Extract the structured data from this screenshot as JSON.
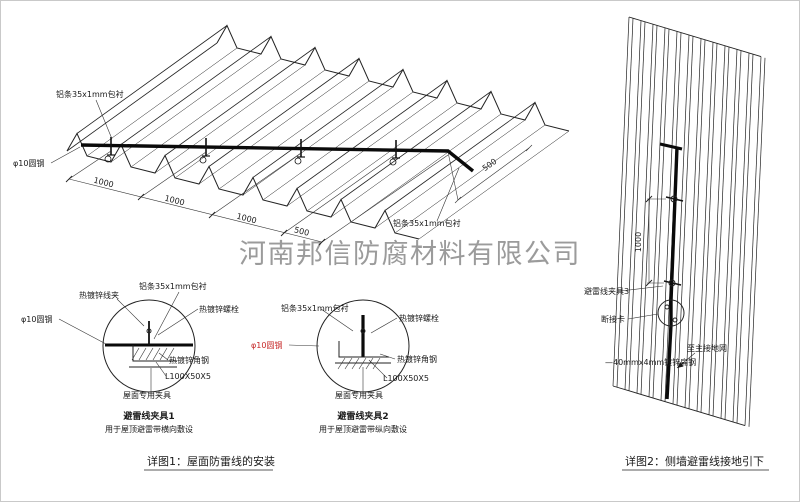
{
  "watermark": "河南邦信防腐材料有限公司",
  "roof": {
    "label_strip_top": "铝条35x1mm包衬",
    "label_rod": "φ10圆钢",
    "label_strip_right": "铝条35x1mm包衬",
    "dims": {
      "d1": "1000",
      "d2": "1000",
      "d3": "1000",
      "d4": "500",
      "d5": "500"
    }
  },
  "detail1": {
    "labels": {
      "clip": "热镀锌线夹",
      "strip": "铝条35x1mm包衬",
      "bolt": "热镀锌螺栓",
      "rod": "φ10圆钢",
      "angle": "热镀锌角钢",
      "angle_size": "L100X50X5",
      "clamp": "屋面专用夹具"
    },
    "title": "避雷线夹具1",
    "subtitle": "用于屋顶避雷带横向敷设"
  },
  "detail2": {
    "labels": {
      "strip": "铝条35x1mm包衬",
      "bolt": "热镀锌螺栓",
      "rod": "φ10圆钢",
      "angle": "热镀锌角钢",
      "angle_size": "L100X50X5",
      "clamp": "屋面专用夹具"
    },
    "title": "避雷线夹具2",
    "subtitle": "用于屋顶避雷带纵向敷设"
  },
  "caption1": "详图1：屋面防雷线的安装",
  "wall": {
    "dim": "1000",
    "label_clamp": "避雷线夹具3",
    "label_disconnect": "断接卡",
    "label_ground": "至主接地网",
    "label_flat_steel": "—40mmx4mm镀锌扁钢"
  },
  "caption2": "详图2：侧墙避雷线接地引下"
}
